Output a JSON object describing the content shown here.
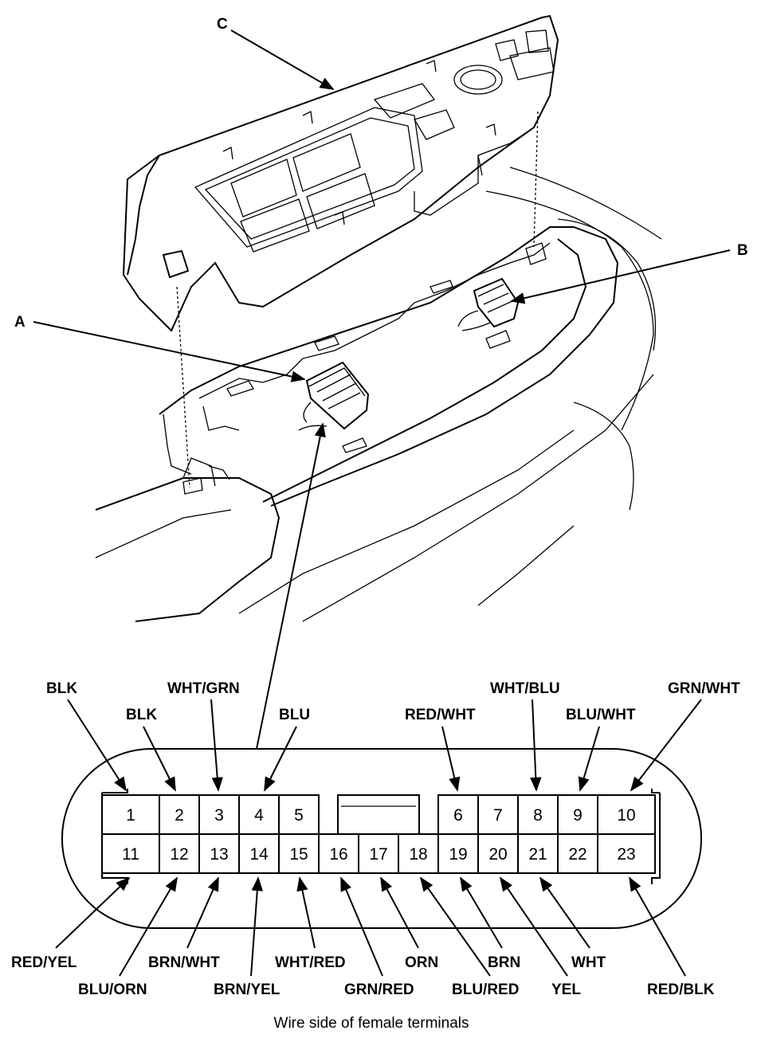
{
  "callouts": {
    "a": "A",
    "b": "B",
    "c": "C"
  },
  "connector": {
    "top_row": [
      "1",
      "2",
      "3",
      "4",
      "5",
      "6",
      "7",
      "8",
      "9",
      "10"
    ],
    "bottom_row": [
      "11",
      "12",
      "13",
      "14",
      "15",
      "16",
      "17",
      "18",
      "19",
      "20",
      "21",
      "22",
      "23"
    ]
  },
  "wires_top": {
    "p1": "BLK",
    "p2": "BLK",
    "p3": "WHT/GRN",
    "p4": "BLU",
    "p6": "RED/WHT",
    "p8": "WHT/BLU",
    "p9": "BLU/WHT",
    "p10": "GRN/WHT"
  },
  "wires_bottom": {
    "p11": "RED/YEL",
    "p12": "BLU/ORN",
    "p13": "BRN/WHT",
    "p14": "BRN/YEL",
    "p15": "WHT/RED",
    "p16": "GRN/RED",
    "p17": "ORN",
    "p18": "BLU/RED",
    "p19": "BRN",
    "p20": "YEL",
    "p21": "WHT",
    "p23": "RED/BLK"
  },
  "caption": "Wire side of female terminals"
}
